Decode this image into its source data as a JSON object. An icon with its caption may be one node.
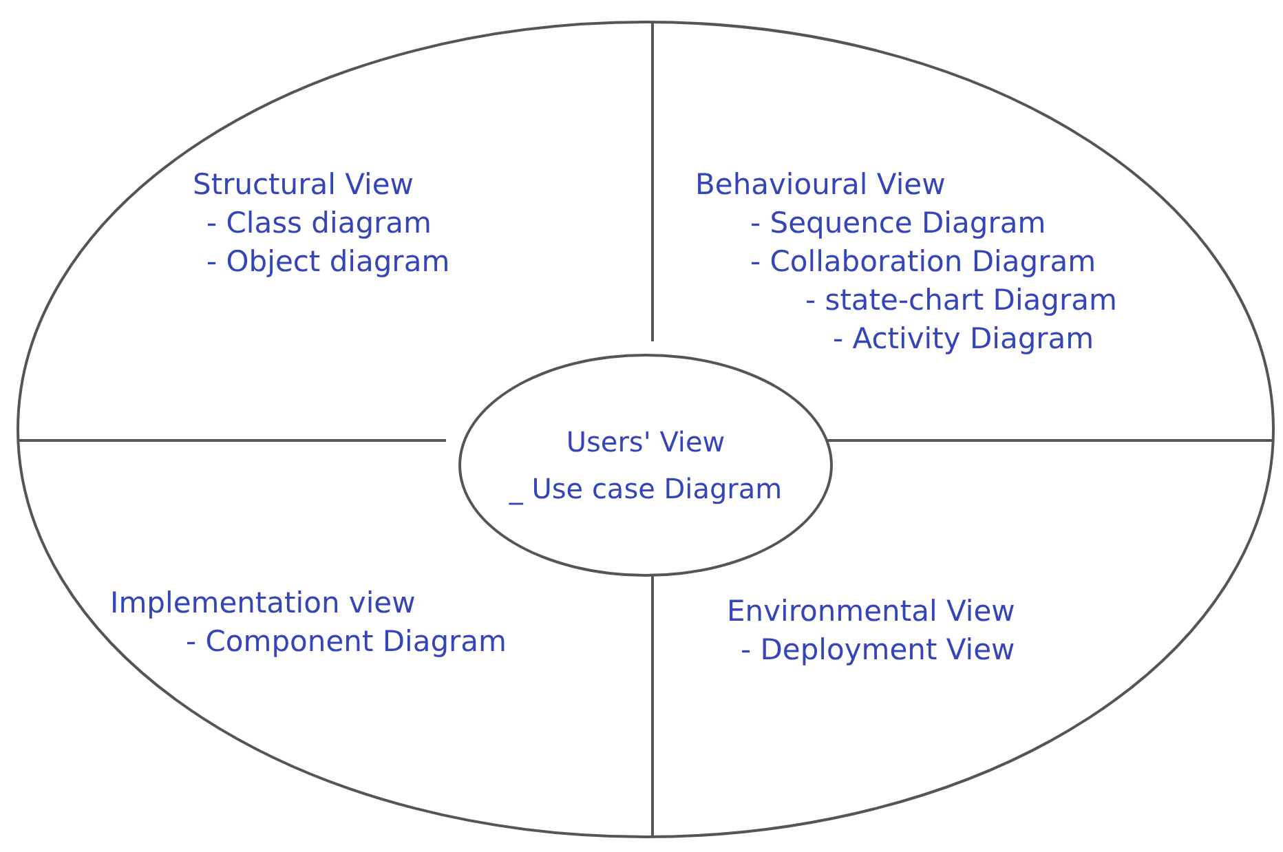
{
  "diagram": {
    "nodes": [
      {
        "text": [],
        "shape": "ellipse"
      },
      {
        "text": [
          "Structural View",
          "- Class diagram",
          "- Object diagram"
        ],
        "in": 0
      },
      {
        "text": [
          "Behavioural View",
          "- Sequence Diagram",
          "- Collaboration Diagram",
          "- state-chart Diagram",
          "- Activity Diagram"
        ],
        "in": 0
      },
      {
        "text": [
          "Users' View",
          "_ Use case Diagram"
        ],
        "in": 0
      },
      {
        "text": [
          "Implementation view",
          "- Component Diagram"
        ],
        "in": 0
      },
      {
        "text": [
          "Environmental View",
          "- Deployment View"
        ],
        "in": 0
      }
    ],
    "edges": []
  }
}
